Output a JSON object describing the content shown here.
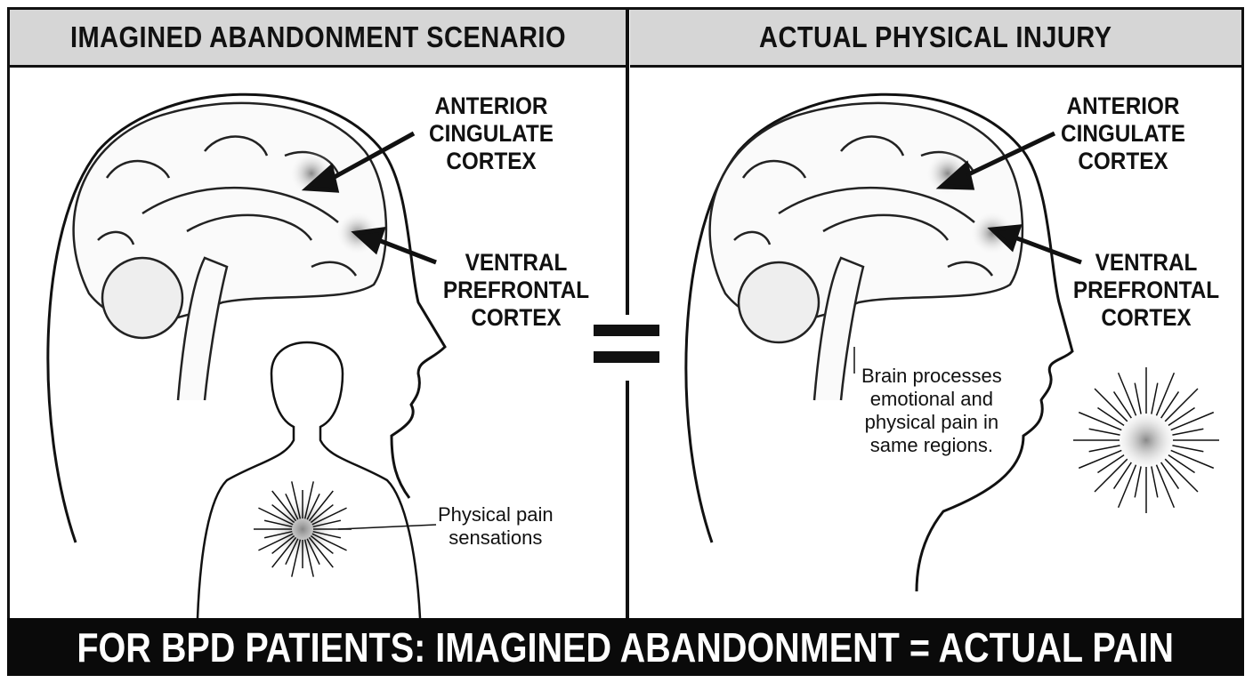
{
  "left_panel": {
    "title": "IMAGINED ABANDONMENT SCENARIO",
    "label_acc": [
      "ANTERIOR",
      "CINGULATE",
      "CORTEX"
    ],
    "label_vpfc": [
      "VENTRAL",
      "PREFRONTAL",
      "CORTEX"
    ],
    "note": [
      "Physical pain",
      "sensations"
    ]
  },
  "right_panel": {
    "title": "ACTUAL PHYSICAL INJURY",
    "label_acc": [
      "ANTERIOR",
      "CINGULATE",
      "CORTEX"
    ],
    "label_vpfc": [
      "VENTRAL",
      "PREFRONTAL",
      "CORTEX"
    ],
    "note": [
      "Brain processes",
      "emotional and",
      "physical pain in",
      "same regions."
    ]
  },
  "equals_symbol": "=",
  "footer": "FOR BPD PATIENTS: IMAGINED ABANDONMENT = ACTUAL PAIN",
  "icons": [
    "brain-sagittal-left",
    "brain-sagittal-right",
    "human-torso",
    "pain-burst",
    "arrow"
  ]
}
